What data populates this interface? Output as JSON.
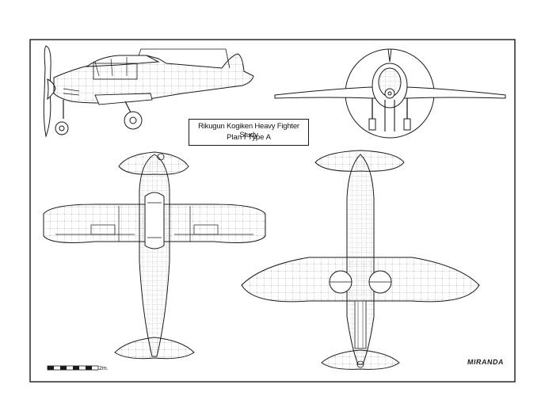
{
  "drawing": {
    "title_line1": "Rikugun Kogiken Heavy Fighter Study",
    "title_line2": "Plan I Type A",
    "scale_label": "2m.",
    "signature": "MIRANDA",
    "line_color": "#1a1a1a",
    "paper_color": "#ffffff"
  },
  "views": [
    "side-view",
    "front-view",
    "top-view",
    "bottom-view"
  ]
}
